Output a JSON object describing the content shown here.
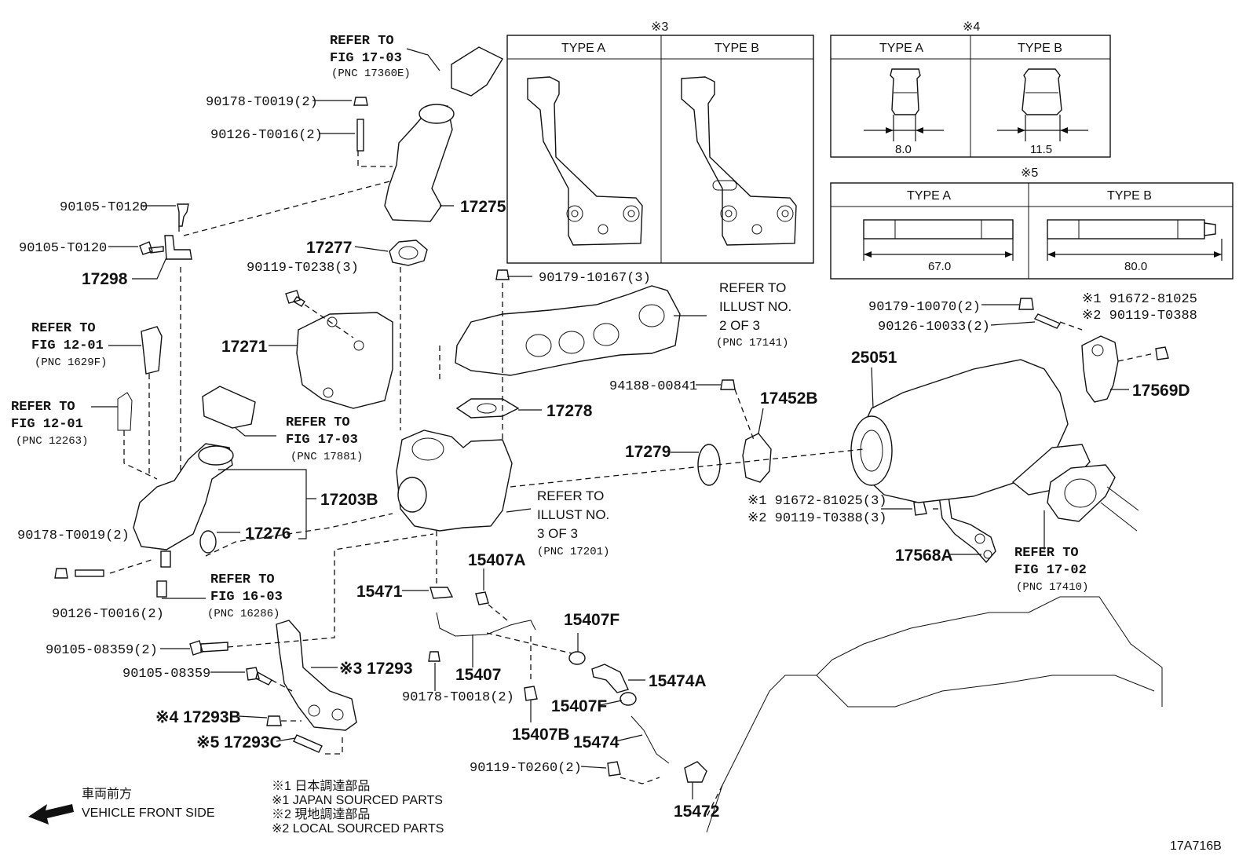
{
  "figure_code": "17A716B",
  "tables": {
    "t3": {
      "mark": "※3",
      "type_a": "TYPE A",
      "type_b": "TYPE B"
    },
    "t4": {
      "mark": "※4",
      "type_a": "TYPE A",
      "type_b": "TYPE B",
      "dim_a": "8.0",
      "dim_b": "11.5"
    },
    "t5": {
      "mark": "※5",
      "type_a": "TYPE A",
      "type_b": "TYPE B",
      "dim_a": "67.0",
      "dim_b": "80.0"
    }
  },
  "refs": {
    "r1": {
      "l1": "REFER TO",
      "l2": "FIG 17-03",
      "pnc": "(PNC 17360E)"
    },
    "r2": {
      "l1": "REFER TO",
      "l2": "FIG 12-01",
      "pnc": "(PNC 1629F)"
    },
    "r3": {
      "l1": "REFER TO",
      "l2": "FIG 12-01",
      "pnc": "(PNC 12263)"
    },
    "r4": {
      "l1": "REFER TO",
      "l2": "FIG 17-03",
      "pnc": "(PNC 17881)"
    },
    "r5": {
      "l1": "REFER TO",
      "l2": "FIG 16-03",
      "pnc": "(PNC 16286)"
    },
    "r6": {
      "l1": "REFER TO",
      "l2": "ILLUST NO.",
      "l3": "2 OF 3",
      "pnc": "(PNC 17141)"
    },
    "r7": {
      "l1": "REFER TO",
      "l2": "ILLUST NO.",
      "l3": "3 OF 3",
      "pnc": "(PNC 17201)"
    },
    "r8": {
      "l1": "REFER TO",
      "l2": "FIG 17-02",
      "pnc": "(PNC 17410)"
    }
  },
  "labels": {
    "p1": "90178-T0019(2)",
    "p2": "90126-T0016(2)",
    "p3": "90105-T0120",
    "p4": "90105-T0120",
    "p5": "17298",
    "p6": "17275",
    "p7": "17277",
    "p8": "90119-T0238(3)",
    "p9": "90179-10167(3)",
    "p10": "17271",
    "p11": "17278",
    "p12": "17203B",
    "p13": "17276",
    "p14": "90178-T0019(2)",
    "p15": "90126-T0016(2)",
    "p16": "90105-08359(2)",
    "p17": "90105-08359",
    "p18": "※3  17293",
    "p19": "※4  17293B",
    "p20": "※5  17293C",
    "p21": "15471",
    "p22": "15407A",
    "p23": "15407",
    "p24": "90178-T0018(2)",
    "p25": "15407F",
    "p26": "15474A",
    "p27": "15407F",
    "p28": "15407B",
    "p29": "15474",
    "p30": "90119-T0260(2)",
    "p31": "15472",
    "p32": "94188-00841",
    "p33": "17452B",
    "p34": "17279",
    "p35": "※1  91672-81025(3)",
    "p36": "※2  90119-T0388(3)",
    "p37": "17568A",
    "p38": "25051",
    "p39": "90179-10070(2)",
    "p40": "90126-10033(2)",
    "p41": "※1  91672-81025",
    "p42": "※2  90119-T0388",
    "p43": "17569D"
  },
  "legend": {
    "l1": "※1  日本調達部品",
    "l2": "※1  JAPAN SOURCED PARTS",
    "l3": "※2  現地調達部品",
    "l4": "※2  LOCAL SOURCED PARTS"
  },
  "front": {
    "jp": "車両前方",
    "en": "VEHICLE FRONT SIDE"
  }
}
